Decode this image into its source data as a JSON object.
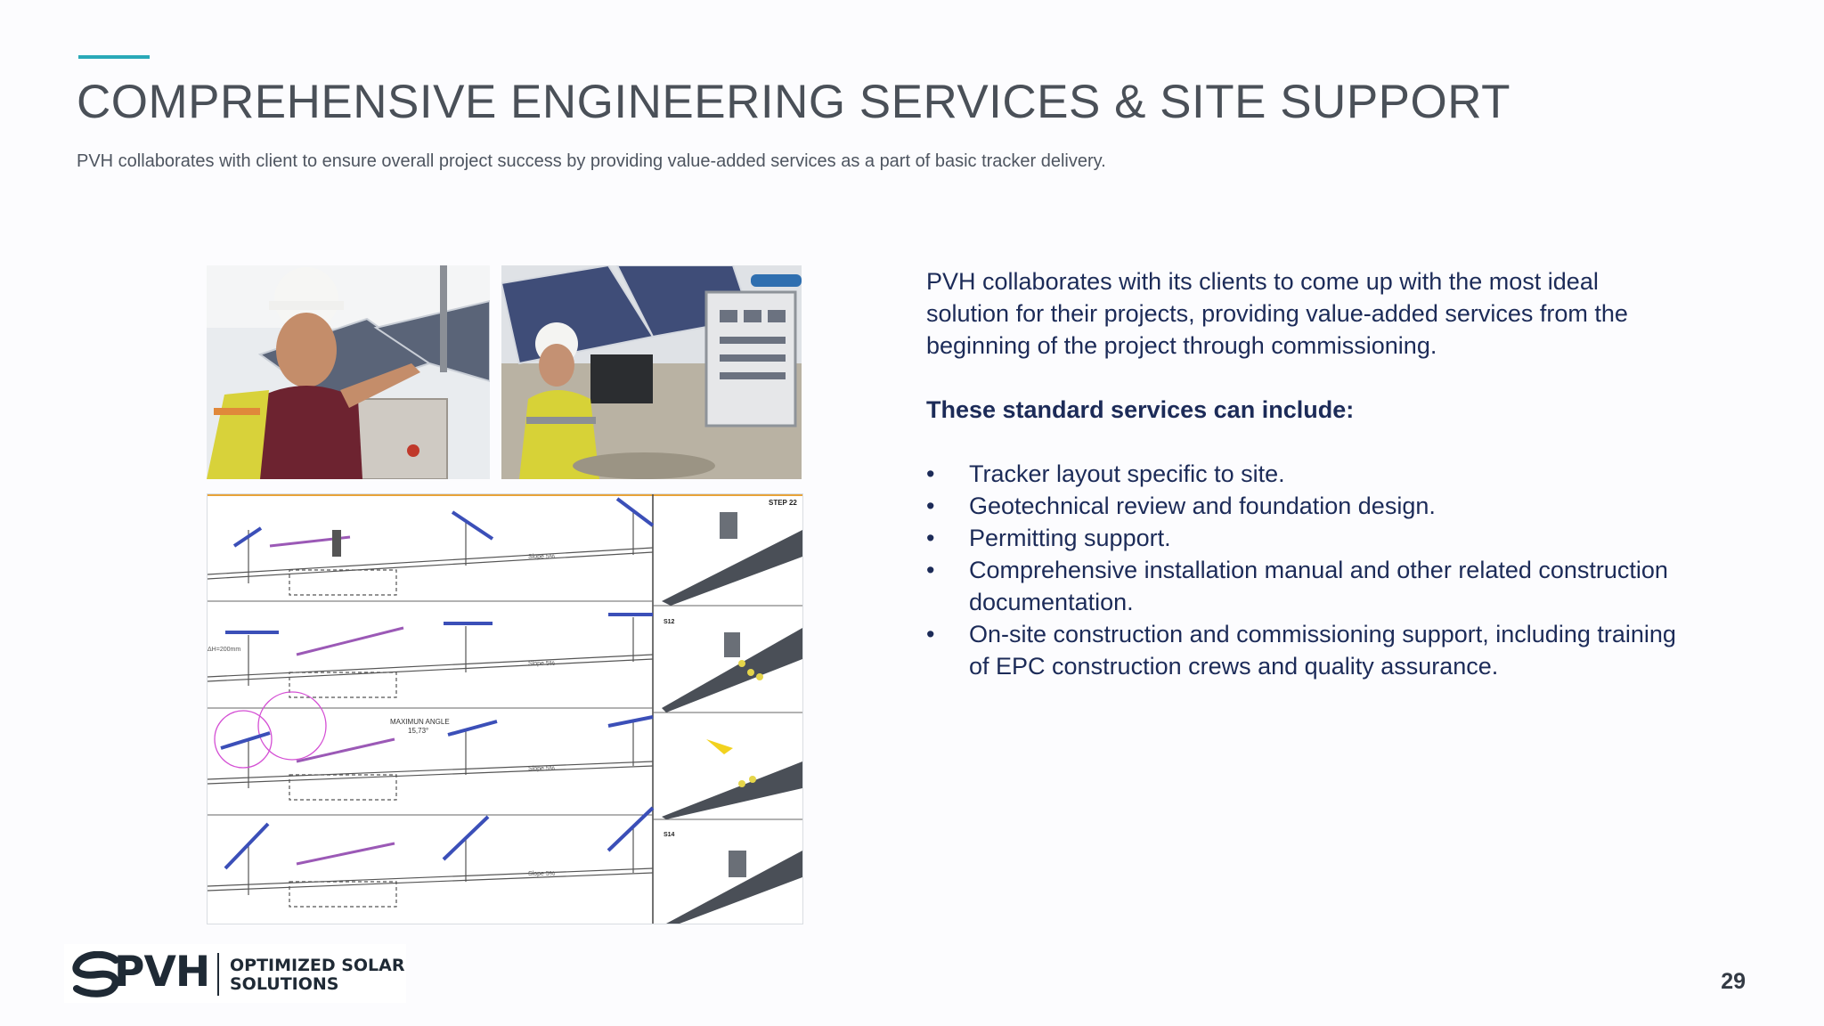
{
  "header": {
    "title": "COMPREHENSIVE ENGINEERING SERVICES & SITE SUPPORT",
    "subtitle": "PVH collaborates with client to ensure overall project success by providing value-added services as a part of basic tracker delivery.",
    "accent_color": "#2aa9b8"
  },
  "body": {
    "intro": "PVH collaborates with its clients to come up with the most ideal solution for their projects, providing value-added services from the beginning of the project through commissioning.",
    "services_heading": "These standard services can include:",
    "bullet": "•",
    "services": [
      "Tracker layout specific to site.",
      "Geotechnical review and foundation design.",
      "Permitting support.",
      "Comprehensive installation manual and other related construction documentation.",
      "On-site construction and commissioning support, including training of EPC construction crews and quality assurance."
    ],
    "text_color": "#1c2b58"
  },
  "drawing": {
    "step_label": "STEP 22",
    "max_angle_label": "MAXIMUN ANGLE",
    "max_angle_value": "15,73°",
    "slope_label": "Slope 5%",
    "height_label": "ΔH=200mm",
    "step_labels": [
      "S12",
      "S14"
    ]
  },
  "logo": {
    "name": "PVH",
    "tagline_line1": "OPTIMIZED SOLAR",
    "tagline_line2": "SOLUTIONS",
    "mark_icon": "pvh-swoosh-icon"
  },
  "footer": {
    "page_number": "29"
  }
}
